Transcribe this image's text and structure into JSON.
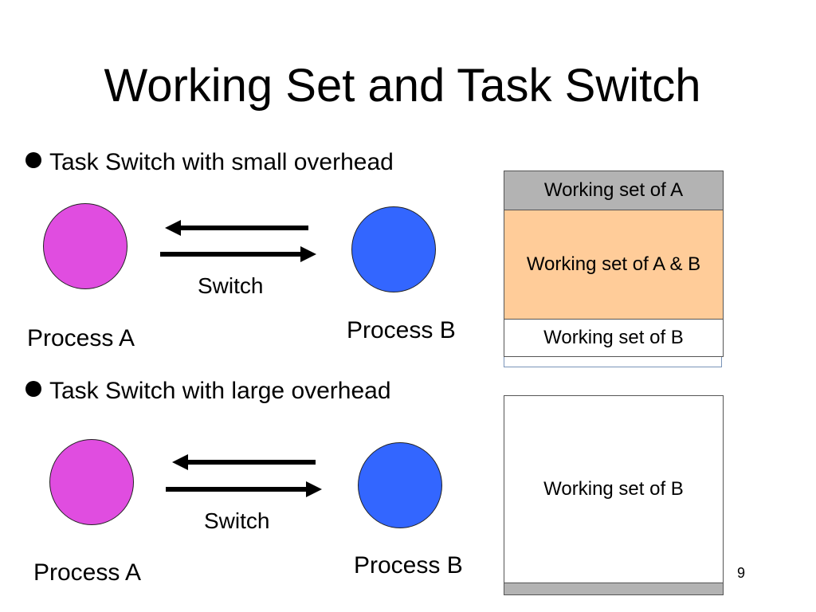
{
  "title": "Working Set and Task Switch",
  "section_small": {
    "bullet": "Task Switch with small overhead",
    "process_a_label": "Process A",
    "process_b_label": "Process B",
    "switch_label": "Switch",
    "ws_a": "Working set of A",
    "ws_ab": "Working set of A & B",
    "ws_b": "Working set of B"
  },
  "section_large": {
    "bullet": "Task Switch with large overhead",
    "process_a_label": "Process A",
    "process_b_label": "Process B",
    "switch_label": "Switch",
    "ws_b": "Working set of B"
  },
  "page_number": "9",
  "colors": {
    "process_a": "#e04de0",
    "process_b": "#3366ff",
    "ws_a_fill": "#b3b3b3",
    "ws_ab_fill": "#ffcc99"
  }
}
